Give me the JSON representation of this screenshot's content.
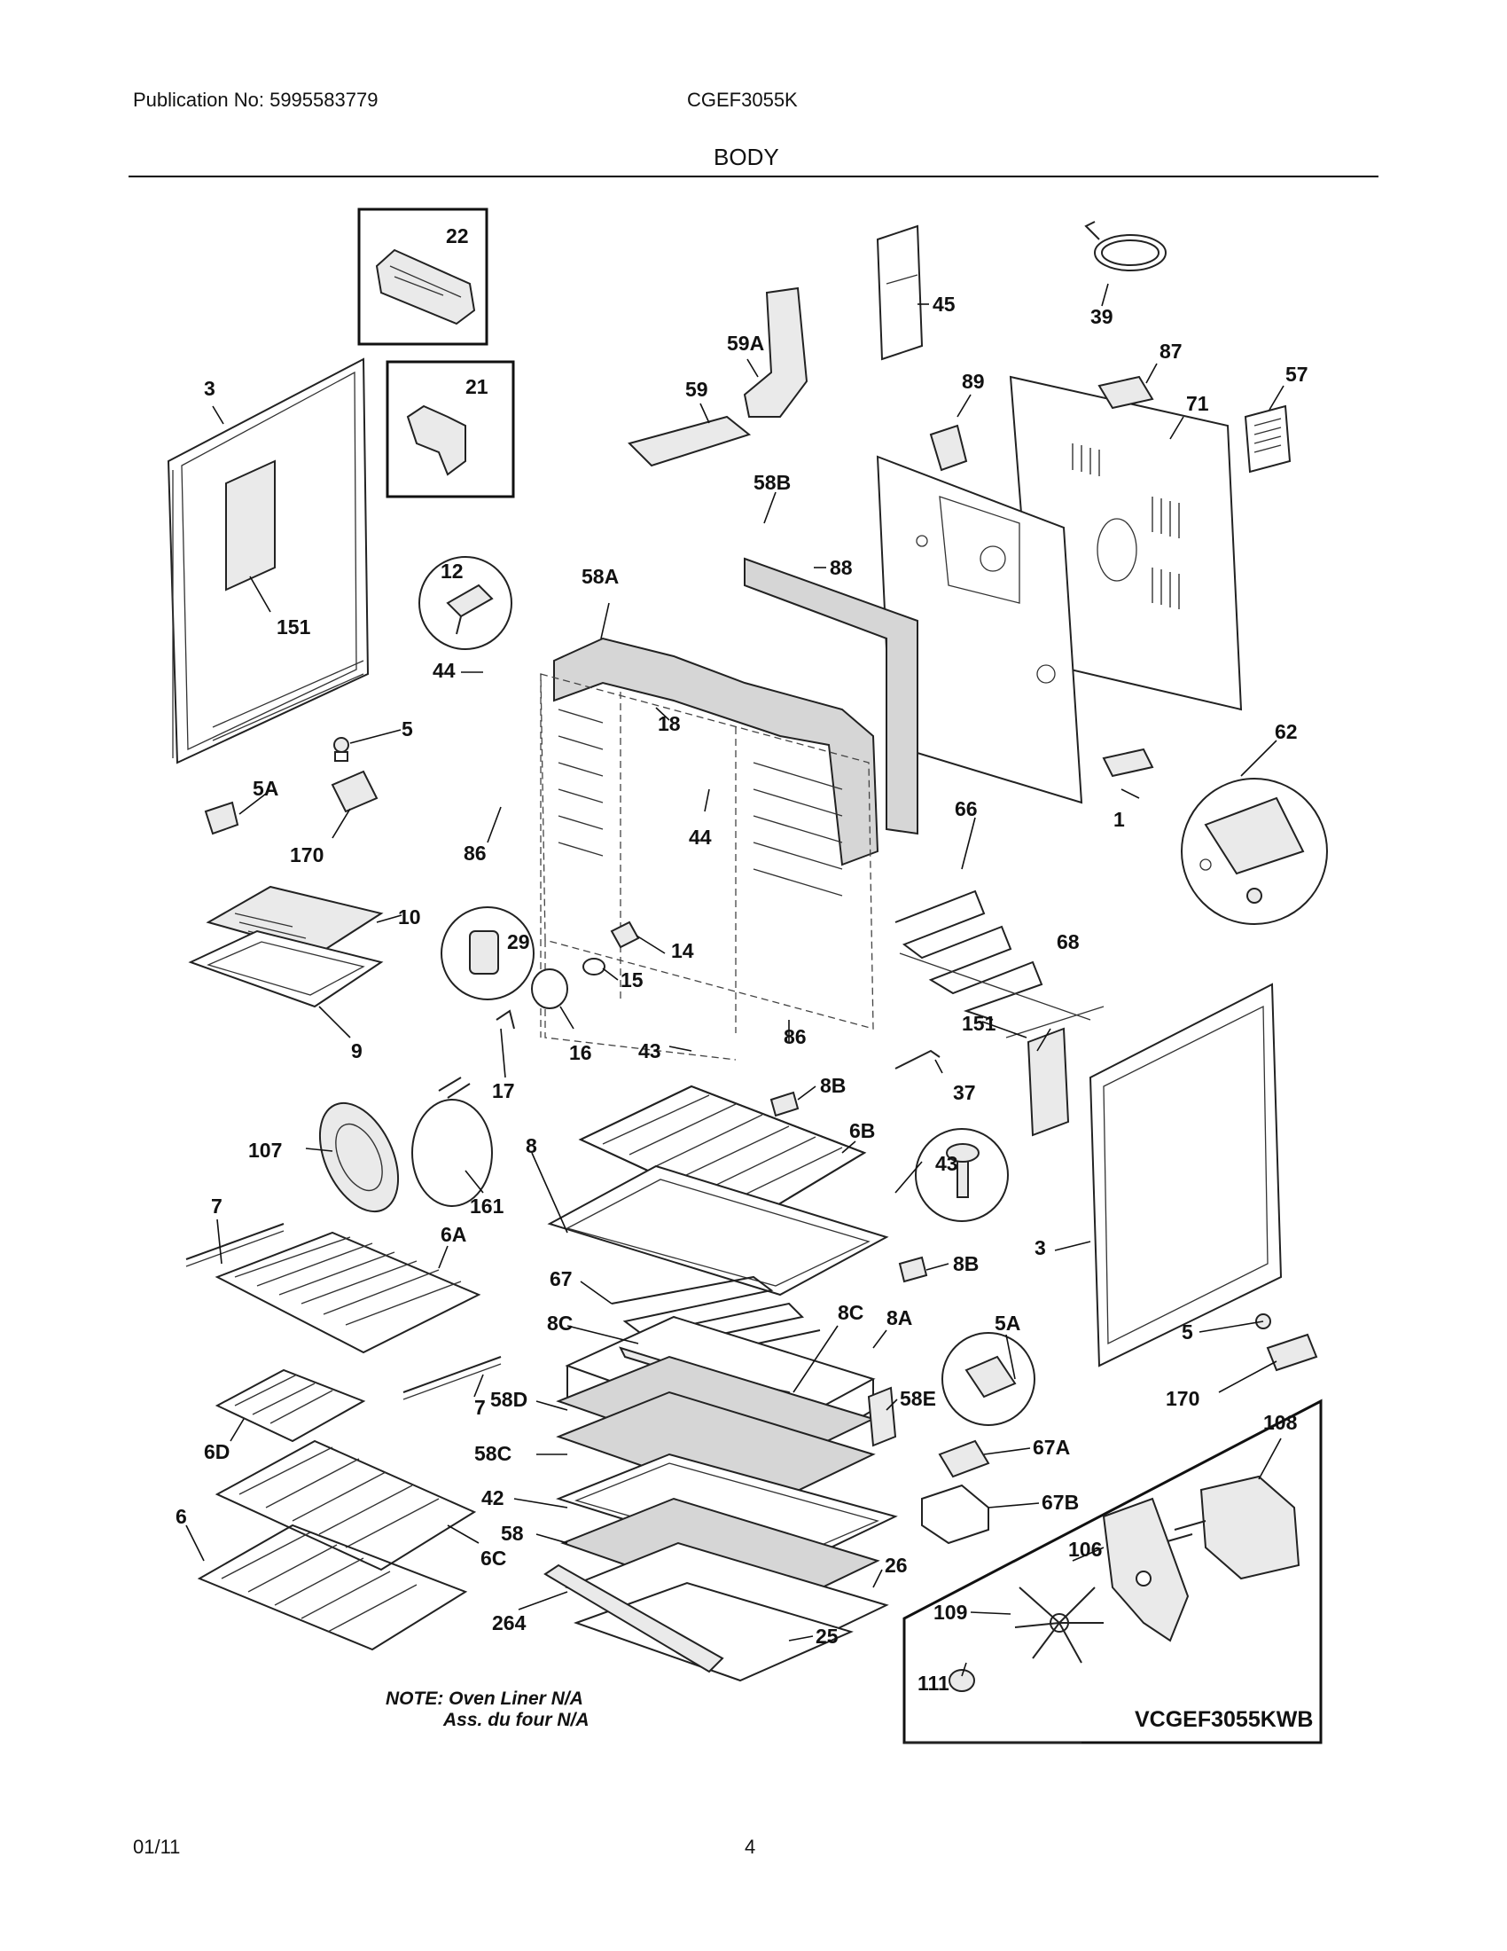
{
  "header": {
    "publication": "Publication No: 5995583779",
    "model": "CGEF3055K",
    "section": "BODY"
  },
  "footer": {
    "date": "01/11",
    "page": "4"
  },
  "note": {
    "line1": "NOTE: Oven Liner N/A",
    "line2": "Ass. du four N/A"
  },
  "kit_label": "VCGEF3055KWB",
  "callouts": {
    "c22": "22",
    "c21": "21",
    "c3a": "3",
    "c151a": "151",
    "c59a": "59A",
    "c59": "59",
    "c45": "45",
    "c39": "39",
    "c87": "87",
    "c57": "57",
    "c89": "89",
    "c71": "71",
    "c58b": "58B",
    "c88": "88",
    "c12": "12",
    "c58a": "58A",
    "c44a": "44",
    "c18": "18",
    "c5a": "5",
    "c5Aa": "5A",
    "c170a": "170",
    "c86a": "86",
    "c44b": "44",
    "c62": "62",
    "c66": "66",
    "c1": "1",
    "c10": "10",
    "c9": "9",
    "c29": "29",
    "c14": "14",
    "c15": "15",
    "c16": "16",
    "c68": "68",
    "c86b": "86",
    "c151b": "151",
    "c43a": "43",
    "c17": "17",
    "c37": "37",
    "c8b1": "8B",
    "c107": "107",
    "c161": "161",
    "c8": "8",
    "c6b": "6B",
    "c43b": "43",
    "c3b": "3",
    "c8b2": "8B",
    "c7a": "7",
    "c6a": "6A",
    "c67": "67",
    "c8ca": "8C",
    "c8cb": "8C",
    "c8a": "8A",
    "c5Ab": "5A",
    "c5b": "5",
    "c7b": "7",
    "c58d": "58D",
    "c58e": "58E",
    "c170b": "170",
    "c6d": "6D",
    "c58c": "58C",
    "c67a": "67A",
    "c108": "108",
    "c42": "42",
    "c67b": "67B",
    "c6": "6",
    "c58": "58",
    "c6c": "6C",
    "c26": "26",
    "c106": "106",
    "c109": "109",
    "c264": "264",
    "c25": "25",
    "c111": "111"
  }
}
